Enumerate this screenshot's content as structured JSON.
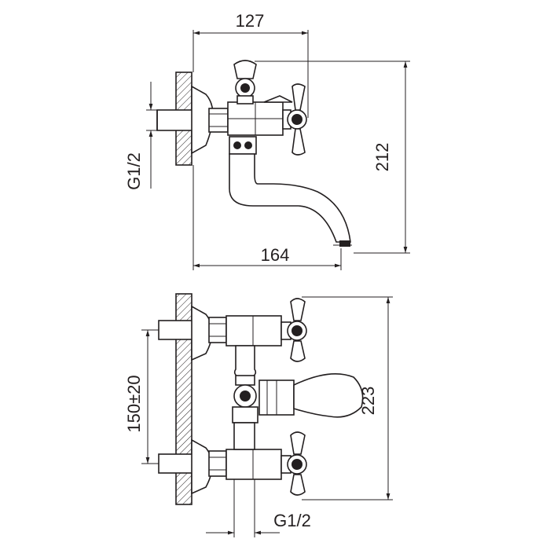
{
  "diagram": {
    "top_view": {
      "dim_top_width": "127",
      "dim_bottom_width": "164",
      "dim_height": "212",
      "dim_thread": "G1/2"
    },
    "front_view": {
      "dim_height": "223",
      "dim_centers": "150±20",
      "dim_thread": "G1/2"
    },
    "colors": {
      "line": "#231f20",
      "background": "#ffffff"
    }
  }
}
